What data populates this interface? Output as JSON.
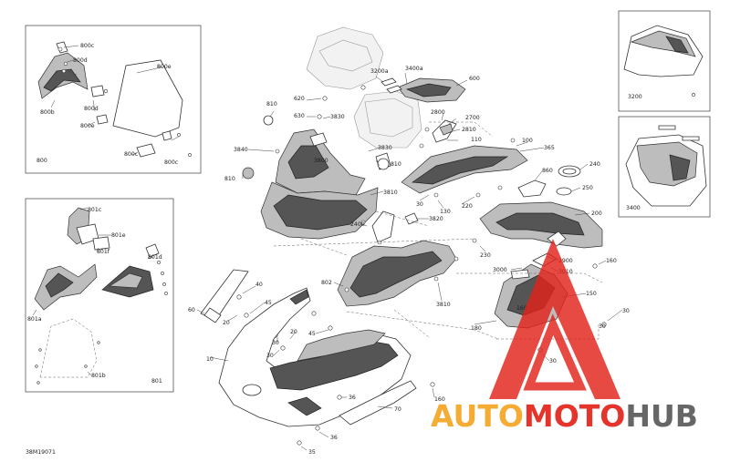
{
  "doc_code": "38M19071",
  "brand": {
    "part1": "AUTO",
    "part2": "MOTO",
    "part3": "HUB",
    "color_red": "#e2231a",
    "color_orange": "#f5a623",
    "color_gray": "#5a5a5a"
  },
  "insets": {
    "top_left": {
      "name": "800",
      "labels": [
        "800c",
        "800d",
        "800e",
        "800b",
        "800d",
        "800e",
        "800c",
        "800c"
      ]
    },
    "mid_left": {
      "name": "801",
      "labels": [
        "801c",
        "801e",
        "801f",
        "801d",
        "801a",
        "801b"
      ]
    },
    "top_right": {
      "name": "3200"
    },
    "right_mid": {
      "name": "3400"
    }
  },
  "callouts": [
    "3200a",
    "3400a",
    "600",
    "620",
    "630",
    "3830",
    "810",
    "2800",
    "2700",
    "2810",
    "110",
    "100",
    "365",
    "3840",
    "3800",
    "3830",
    "810",
    "810",
    "860",
    "240",
    "250",
    "3810",
    "30",
    "130",
    "220",
    "200",
    "3820",
    "2400",
    "230",
    "2900",
    "3000",
    "3010",
    "160",
    "802",
    "3810",
    "150",
    "40",
    "45",
    "20",
    "60",
    "180",
    "160",
    "30",
    "20",
    "45",
    "30",
    "30",
    "10",
    "36",
    "160",
    "70",
    "36",
    "35",
    "30",
    "30"
  ]
}
